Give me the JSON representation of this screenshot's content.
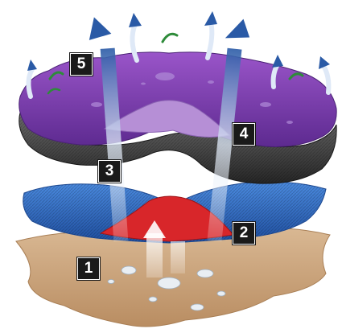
{
  "badges": {
    "b1": "1",
    "b2": "2",
    "b3": "3",
    "b4": "4",
    "b5": "5"
  },
  "colors": {
    "ground": "#c9a27a",
    "red_layer": "#d8262a",
    "blue_layer": "#2f6fc8",
    "black_layer": "#3c3c3c",
    "purple_layer": "#7b3fb0",
    "lilac_layer": "#b68fd6",
    "arrow": "#2a5aa6",
    "vapor": "#2e8b3a"
  },
  "icons": [
    "upward-vapor-arrow-icon",
    "water-droplet-icon",
    "green-swirl-icon"
  ]
}
